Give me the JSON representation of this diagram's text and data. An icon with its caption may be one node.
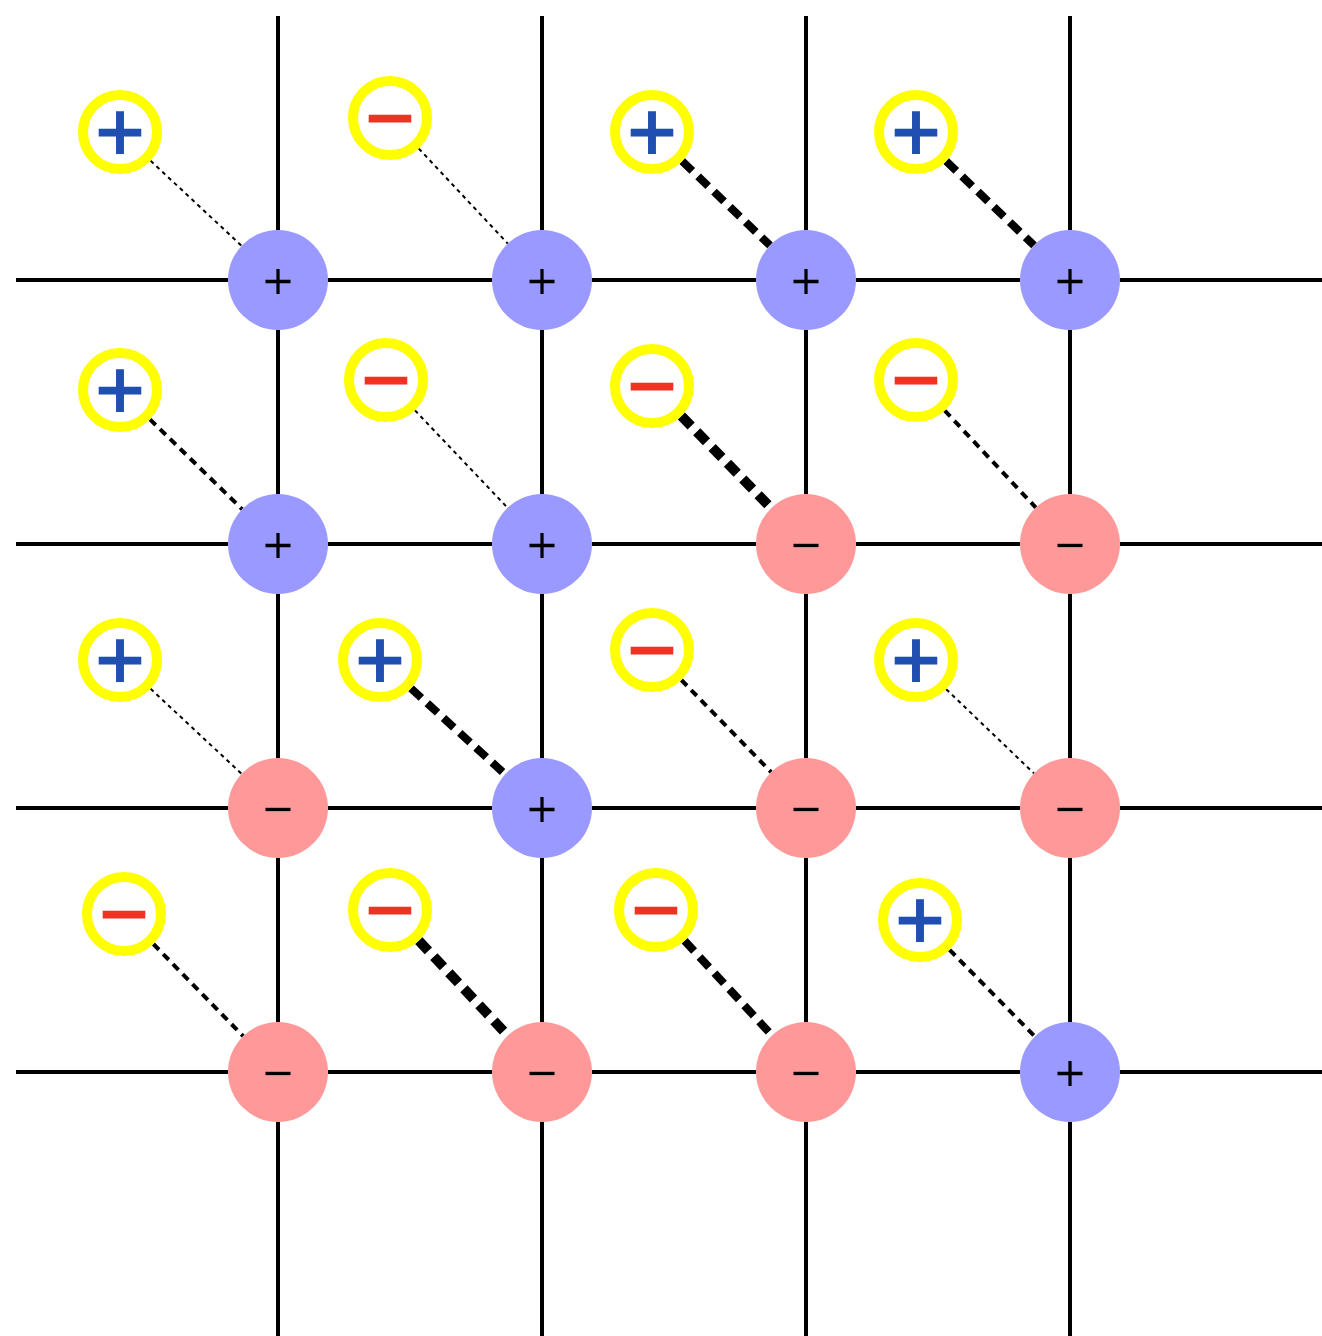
{
  "diagram": {
    "nodes": [
      {
        "text": [
          "+"
        ]
      },
      {
        "text": [
          "−"
        ]
      },
      {
        "text": [
          "+"
        ]
      },
      {
        "text": [
          "+"
        ]
      },
      {
        "text": [
          "+"
        ]
      },
      {
        "text": [
          "+"
        ]
      },
      {
        "text": [
          "+"
        ]
      },
      {
        "text": [
          "+"
        ]
      },
      {
        "text": [
          "+"
        ]
      },
      {
        "text": [
          "−"
        ]
      },
      {
        "text": [
          "−"
        ]
      },
      {
        "text": [
          "−"
        ]
      },
      {
        "text": [
          "+"
        ]
      },
      {
        "text": [
          "+"
        ]
      },
      {
        "text": [
          "−"
        ]
      },
      {
        "text": [
          "−"
        ]
      },
      {
        "text": [
          "+"
        ]
      },
      {
        "text": [
          "+"
        ]
      },
      {
        "text": [
          "−"
        ]
      },
      {
        "text": [
          "+"
        ]
      },
      {
        "text": [
          "−"
        ]
      },
      {
        "text": [
          "+"
        ]
      },
      {
        "text": [
          "−"
        ]
      },
      {
        "text": [
          "−"
        ]
      },
      {
        "text": [
          "−"
        ]
      },
      {
        "text": [
          "−"
        ]
      },
      {
        "text": [
          "−"
        ]
      },
      {
        "text": [
          "+"
        ]
      },
      {
        "text": [
          "−"
        ]
      },
      {
        "text": [
          "−"
        ]
      },
      {
        "text": [
          "−"
        ]
      },
      {
        "text": [
          "+"
        ]
      }
    ],
    "edges": [
      {
        "from": 0,
        "to": 4,
        "arrow": "none",
        "style": "dashed"
      },
      {
        "from": 1,
        "to": 5,
        "arrow": "none",
        "style": "dashed"
      },
      {
        "from": 2,
        "to": 6,
        "arrow": "none",
        "style": "dashed"
      },
      {
        "from": 3,
        "to": 7,
        "arrow": "none",
        "style": "dashed"
      },
      {
        "from": 8,
        "to": 12,
        "arrow": "none",
        "style": "dashed"
      },
      {
        "from": 9,
        "to": 13,
        "arrow": "none",
        "style": "dashed"
      },
      {
        "from": 10,
        "to": 14,
        "arrow": "none",
        "style": "dashed"
      },
      {
        "from": 11,
        "to": 15,
        "arrow": "none",
        "style": "dashed"
      },
      {
        "from": 16,
        "to": 20,
        "arrow": "none",
        "style": "dashed"
      },
      {
        "from": 17,
        "to": 21,
        "arrow": "none",
        "style": "dashed"
      },
      {
        "from": 18,
        "to": 22,
        "arrow": "none",
        "style": "dashed"
      },
      {
        "from": 19,
        "to": 23,
        "arrow": "none",
        "style": "dashed"
      },
      {
        "from": 24,
        "to": 28,
        "arrow": "none",
        "style": "dashed"
      },
      {
        "from": 25,
        "to": 29,
        "arrow": "none",
        "style": "dashed"
      },
      {
        "from": 26,
        "to": 30,
        "arrow": "none",
        "style": "dashed"
      },
      {
        "from": 27,
        "to": 31,
        "arrow": "none",
        "style": "dashed"
      },
      {
        "from": null,
        "to": 4,
        "arrow": "none"
      },
      {
        "from": 4,
        "to": 5,
        "arrow": "none"
      },
      {
        "from": 5,
        "to": 6,
        "arrow": "none"
      },
      {
        "from": 6,
        "to": 7,
        "arrow": "none"
      },
      {
        "from": 7,
        "to": null,
        "arrow": "none"
      },
      {
        "from": null,
        "to": 12,
        "arrow": "none"
      },
      {
        "from": 12,
        "to": 13,
        "arrow": "none"
      },
      {
        "from": 13,
        "to": 14,
        "arrow": "none"
      },
      {
        "from": 14,
        "to": 15,
        "arrow": "none"
      },
      {
        "from": 15,
        "to": null,
        "arrow": "none"
      },
      {
        "from": null,
        "to": 20,
        "arrow": "none"
      },
      {
        "from": 20,
        "to": 21,
        "arrow": "none"
      },
      {
        "from": 21,
        "to": 22,
        "arrow": "none"
      },
      {
        "from": 22,
        "to": 23,
        "arrow": "none"
      },
      {
        "from": 23,
        "to": null,
        "arrow": "none"
      },
      {
        "from": null,
        "to": 28,
        "arrow": "none"
      },
      {
        "from": 28,
        "to": 29,
        "arrow": "none"
      },
      {
        "from": 29,
        "to": 30,
        "arrow": "none"
      },
      {
        "from": 30,
        "to": 31,
        "arrow": "none"
      },
      {
        "from": 31,
        "to": null,
        "arrow": "none"
      },
      {
        "from": null,
        "to": 4,
        "arrow": "none"
      },
      {
        "from": 4,
        "to": 12,
        "arrow": "none"
      },
      {
        "from": 12,
        "to": 20,
        "arrow": "none"
      },
      {
        "from": 20,
        "to": 28,
        "arrow": "none"
      },
      {
        "from": 28,
        "to": null,
        "arrow": "none"
      },
      {
        "from": null,
        "to": 5,
        "arrow": "none"
      },
      {
        "from": 5,
        "to": 13,
        "arrow": "none"
      },
      {
        "from": 13,
        "to": 21,
        "arrow": "none"
      },
      {
        "from": 21,
        "to": 29,
        "arrow": "none"
      },
      {
        "from": 29,
        "to": null,
        "arrow": "none"
      },
      {
        "from": null,
        "to": 6,
        "arrow": "none"
      },
      {
        "from": 6,
        "to": 14,
        "arrow": "none"
      },
      {
        "from": 14,
        "to": 22,
        "arrow": "none"
      },
      {
        "from": 22,
        "to": 30,
        "arrow": "none"
      },
      {
        "from": 30,
        "to": null,
        "arrow": "none"
      },
      {
        "from": null,
        "to": 7,
        "arrow": "none"
      },
      {
        "from": 7,
        "to": 15,
        "arrow": "none"
      },
      {
        "from": 15,
        "to": 23,
        "arrow": "none"
      },
      {
        "from": 23,
        "to": 31,
        "arrow": "none"
      },
      {
        "from": 31,
        "to": null,
        "arrow": "none"
      }
    ]
  }
}
